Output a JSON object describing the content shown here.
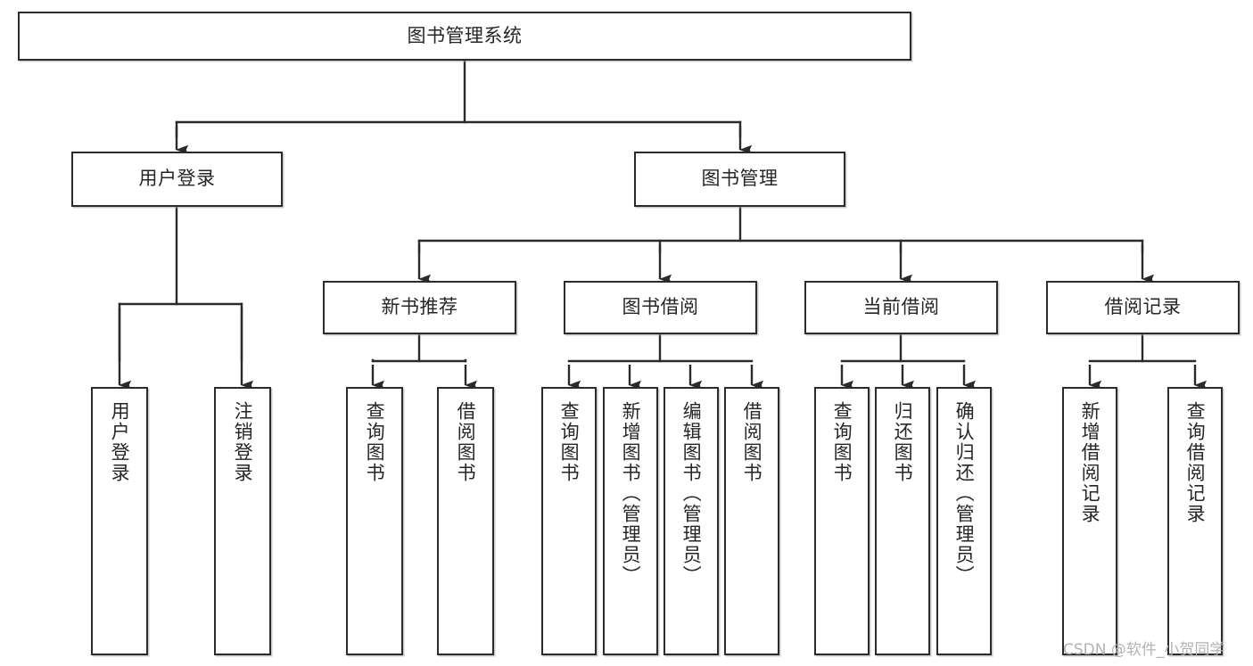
{
  "diagram": {
    "type": "tree-hierarchy",
    "title": "图书管理系统",
    "watermark": "CSDN @软件_小贺同学",
    "colors": {
      "stroke": "#2b2b2b",
      "fill": "#ffffff",
      "text": "#262626",
      "watermark": "#b3b3b3"
    },
    "levels": [
      {
        "level": 1,
        "nodes": [
          {
            "id": "root",
            "label": "图书管理系统",
            "orientation": "horizontal"
          }
        ]
      },
      {
        "level": 2,
        "nodes": [
          {
            "id": "login",
            "label": "用户登录",
            "orientation": "horizontal",
            "parent": "root"
          },
          {
            "id": "bookmgmt",
            "label": "图书管理",
            "orientation": "horizontal",
            "parent": "root"
          }
        ]
      },
      {
        "level": 3,
        "nodes": [
          {
            "id": "newbook",
            "label": "新书推荐",
            "orientation": "horizontal",
            "parent": "bookmgmt"
          },
          {
            "id": "borrow",
            "label": "图书借阅",
            "orientation": "horizontal",
            "parent": "bookmgmt"
          },
          {
            "id": "current",
            "label": "当前借阅",
            "orientation": "horizontal",
            "parent": "bookmgmt"
          },
          {
            "id": "records",
            "label": "借阅记录",
            "orientation": "horizontal",
            "parent": "bookmgmt"
          }
        ]
      },
      {
        "level": 4,
        "nodes": [
          {
            "id": "leaf1",
            "label": "用户登录",
            "orientation": "vertical",
            "parent": "login"
          },
          {
            "id": "leaf2",
            "label": "注销登录",
            "orientation": "vertical",
            "parent": "login"
          },
          {
            "id": "leaf3",
            "label": "查询图书",
            "orientation": "vertical",
            "parent": "newbook"
          },
          {
            "id": "leaf4",
            "label": "借阅图书",
            "orientation": "vertical",
            "parent": "newbook"
          },
          {
            "id": "leaf5",
            "label": "查询图书",
            "orientation": "vertical",
            "parent": "borrow"
          },
          {
            "id": "leaf6",
            "label": "新增图书（管理员）",
            "orientation": "vertical",
            "parent": "borrow"
          },
          {
            "id": "leaf7",
            "label": "编辑图书（管理员）",
            "orientation": "vertical",
            "parent": "borrow"
          },
          {
            "id": "leaf8",
            "label": "借阅图书",
            "orientation": "vertical",
            "parent": "borrow"
          },
          {
            "id": "leaf9",
            "label": "查询图书",
            "orientation": "vertical",
            "parent": "current"
          },
          {
            "id": "leaf10",
            "label": "归还图书",
            "orientation": "vertical",
            "parent": "current"
          },
          {
            "id": "leaf11",
            "label": "确认归还（管理员）",
            "orientation": "vertical",
            "parent": "current"
          },
          {
            "id": "leaf12",
            "label": "新增借阅记录",
            "orientation": "vertical",
            "parent": "records"
          },
          {
            "id": "leaf13",
            "label": "查询借阅记录",
            "orientation": "vertical",
            "parent": "records"
          }
        ]
      }
    ]
  }
}
